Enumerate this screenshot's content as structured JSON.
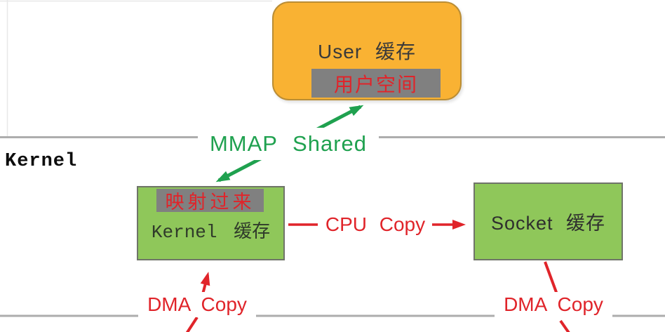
{
  "colors": {
    "orange_box": "#F9B233",
    "orange_border": "#BA8D35",
    "green_box": "#8FC75A",
    "green_box_border": "#6F7469",
    "green_arrow": "#1FA14F",
    "red": "#E0242A",
    "gray_bar": "#808080",
    "line_gray": "#ADADAD",
    "faint_line": "#E8E8E8",
    "dark_text": "#3A3A3A"
  },
  "user_space": {
    "buffer_title": "User 缓存",
    "overlay_label": "用户空间"
  },
  "mmap_label": "MMAP Shared",
  "kernel_section_label": "Kernel",
  "kernel_space": {
    "kernel_buffer_title": "Kernel 缓存",
    "kernel_overlay_label": "映射过来",
    "socket_buffer_title": "Socket 缓存",
    "cpu_copy_label": "CPU Copy",
    "dma_copy_left_label": "DMA Copy",
    "dma_copy_right_label": "DMA Copy"
  }
}
